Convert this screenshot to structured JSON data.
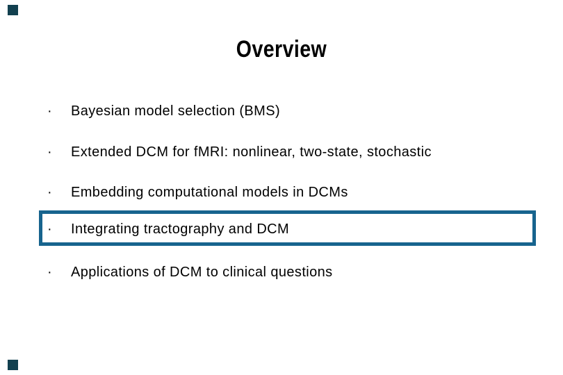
{
  "slide": {
    "title": "Overview",
    "bullet_char": "·",
    "bullets": [
      {
        "text": "Bayesian model selection (BMS)",
        "highlighted": false
      },
      {
        "text": "Extended DCM for fMRI: nonlinear, two-state, stochastic",
        "highlighted": false
      },
      {
        "text": "Embedding computational models in DCMs",
        "highlighted": false
      },
      {
        "text": "Integrating tractography and DCM",
        "highlighted": true
      },
      {
        "text": "Applications of DCM to clinical questions",
        "highlighted": false
      }
    ]
  },
  "colors": {
    "background": "#FFFFFF",
    "text": "#000000",
    "highlight_border": "#17648E",
    "corner_marker": "#12404F"
  }
}
